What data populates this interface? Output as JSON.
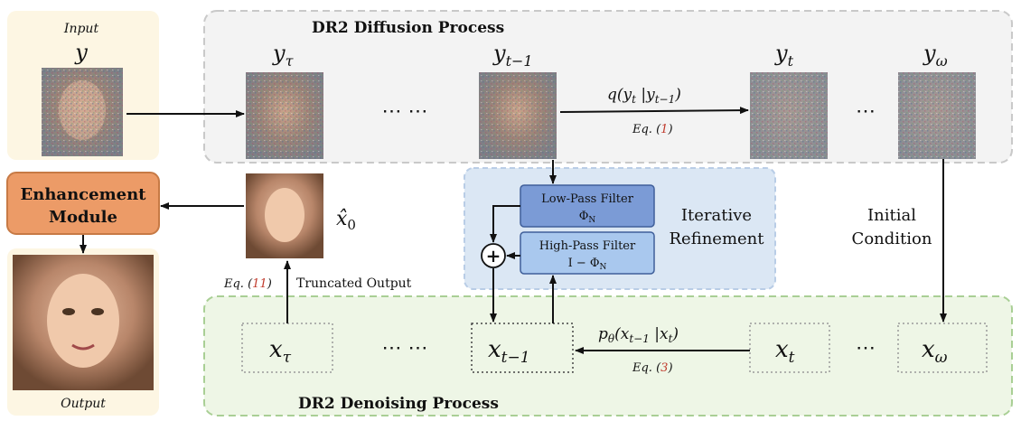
{
  "input": {
    "caption": "Input",
    "symbol": "y"
  },
  "output": {
    "caption": "Output"
  },
  "enhancement": {
    "line1": "Enhancement",
    "line2": "Module"
  },
  "x0": {
    "label": "x̂",
    "sub": "0"
  },
  "diffusion": {
    "title": "DR2 Diffusion Process",
    "nodes": [
      {
        "base": "y",
        "sub": "τ"
      },
      {
        "base": "y",
        "sub": "t−1"
      },
      {
        "base": "y",
        "sub": "t"
      },
      {
        "base": "y",
        "sub": "ω"
      }
    ],
    "ellipsis_wide": "⋯ ⋯",
    "ellipsis_narrow": "⋯",
    "transition": "q(y",
    "transition_sub_t": "t",
    "transition_mid": " |y",
    "transition_sub_t1": "t−1",
    "transition_end": ")",
    "eq_label": "Eq. (",
    "eq_num": "1",
    "eq_close": ")"
  },
  "denoising": {
    "title": "DR2 Denoising Process",
    "nodes": [
      {
        "base": "x",
        "sub": "τ"
      },
      {
        "base": "x",
        "sub": "t−1"
      },
      {
        "base": "x",
        "sub": "t"
      },
      {
        "base": "x",
        "sub": "ω"
      }
    ],
    "ellipsis_wide": "⋯ ⋯",
    "ellipsis_narrow": "⋯",
    "transition": "p",
    "transition_sub_theta": "θ",
    "transition_args": "(x",
    "transition_sub_t1": "t−1",
    "transition_mid": " |x",
    "transition_sub_t": "t",
    "transition_end": ")",
    "eq_label": "Eq. (",
    "eq_num": "3",
    "eq_close": ")"
  },
  "refinement": {
    "label1": "Iterative",
    "label2": "Refinement",
    "low_pass": {
      "line1": "Low-Pass Filter",
      "line2": "Φ",
      "line2_sub": "N"
    },
    "high_pass": {
      "line1": "High-Pass Filter",
      "line2": "I − Φ",
      "line2_sub": "N"
    },
    "plus": "+"
  },
  "initial_condition": {
    "line1": "Initial",
    "line2": "Condition"
  },
  "truncated": {
    "eq_label": "Eq. (",
    "eq_num": "11",
    "eq_close": ")",
    "text": "Truncated Output"
  },
  "colors": {
    "eq_red": "#c0392b",
    "enhancement_fill": "#ec9b67",
    "filter_low": "#7b9bd6",
    "filter_high": "#a9c8ee",
    "refine_bg": "#dbe7f4",
    "diffusion_bg": "#f3f3f3",
    "denoise_bg": "#eef6e6",
    "side_bg": "#fdf6e3"
  }
}
